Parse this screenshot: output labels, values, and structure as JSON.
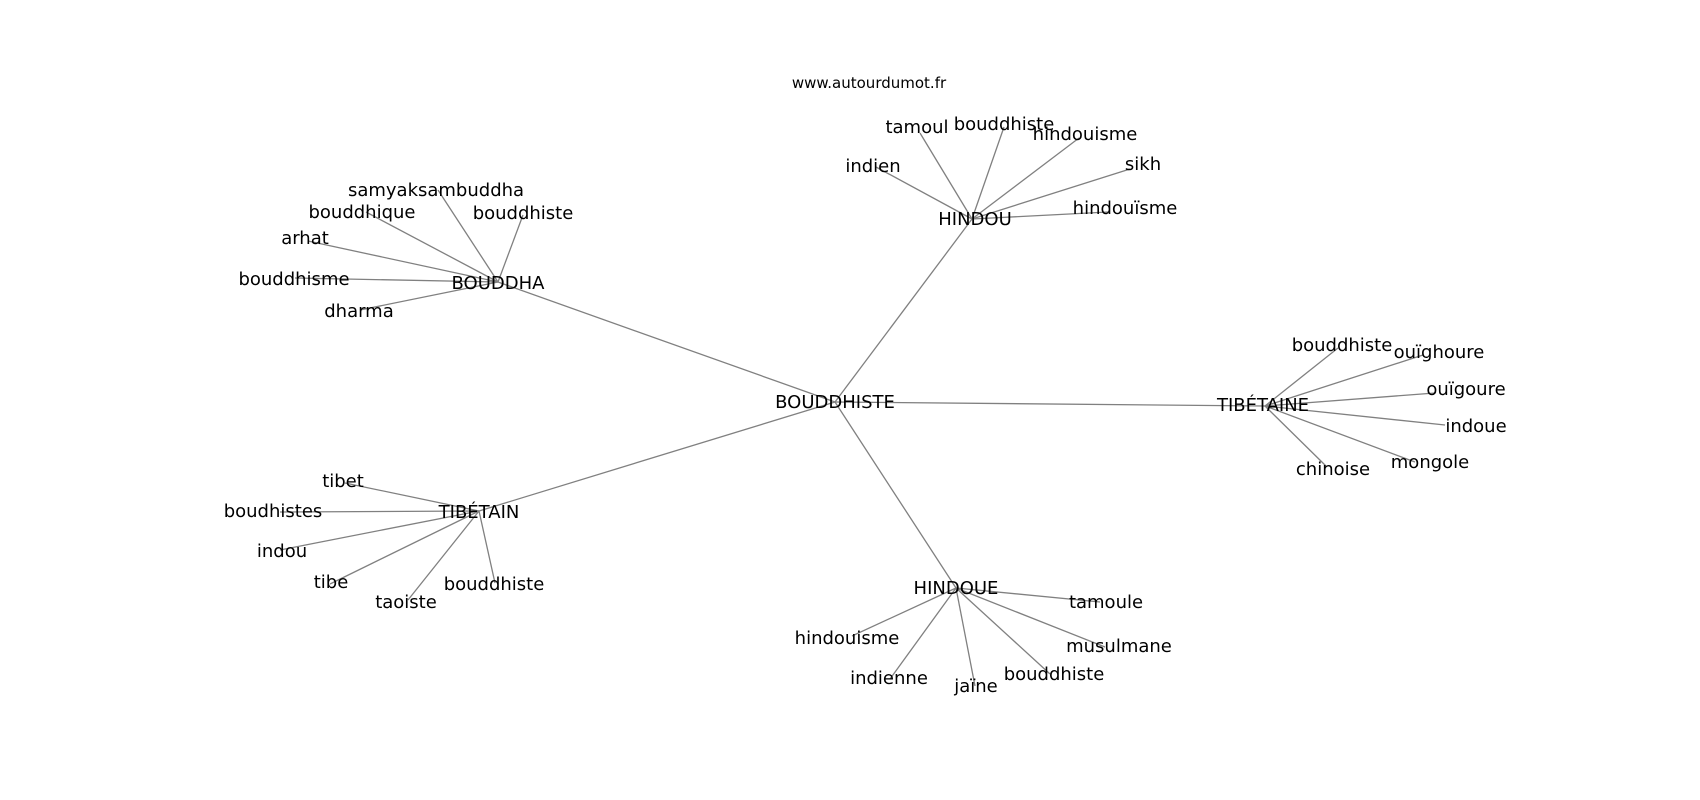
{
  "site": "www.autourdumot.fr",
  "graph": {
    "center": "BOUDDHISTE",
    "groups": [
      {
        "hub": "HINDOU",
        "leaves": [
          "tamoul",
          "bouddhiste",
          "hindouisme",
          "indien",
          "sikh",
          "hindouïsme"
        ]
      },
      {
        "hub": "BOUDDHA",
        "leaves": [
          "samyaksambuddha",
          "bouddhique",
          "bouddhiste",
          "arhat",
          "bouddhisme",
          "dharma"
        ]
      },
      {
        "hub": "TIBÉTAINE",
        "leaves": [
          "bouddhiste",
          "ouïghoure",
          "ouïgoure",
          "indoue",
          "mongole",
          "chinoise"
        ]
      },
      {
        "hub": "TIBÉTAIN",
        "leaves": [
          "tibet",
          "boudhistes",
          "indou",
          "tibe",
          "taoiste",
          "bouddhiste"
        ]
      },
      {
        "hub": "HINDOUE",
        "leaves": [
          "tamoule",
          "hindouisme",
          "musulmane",
          "indienne",
          "bouddhiste",
          "jaïne"
        ]
      }
    ]
  }
}
